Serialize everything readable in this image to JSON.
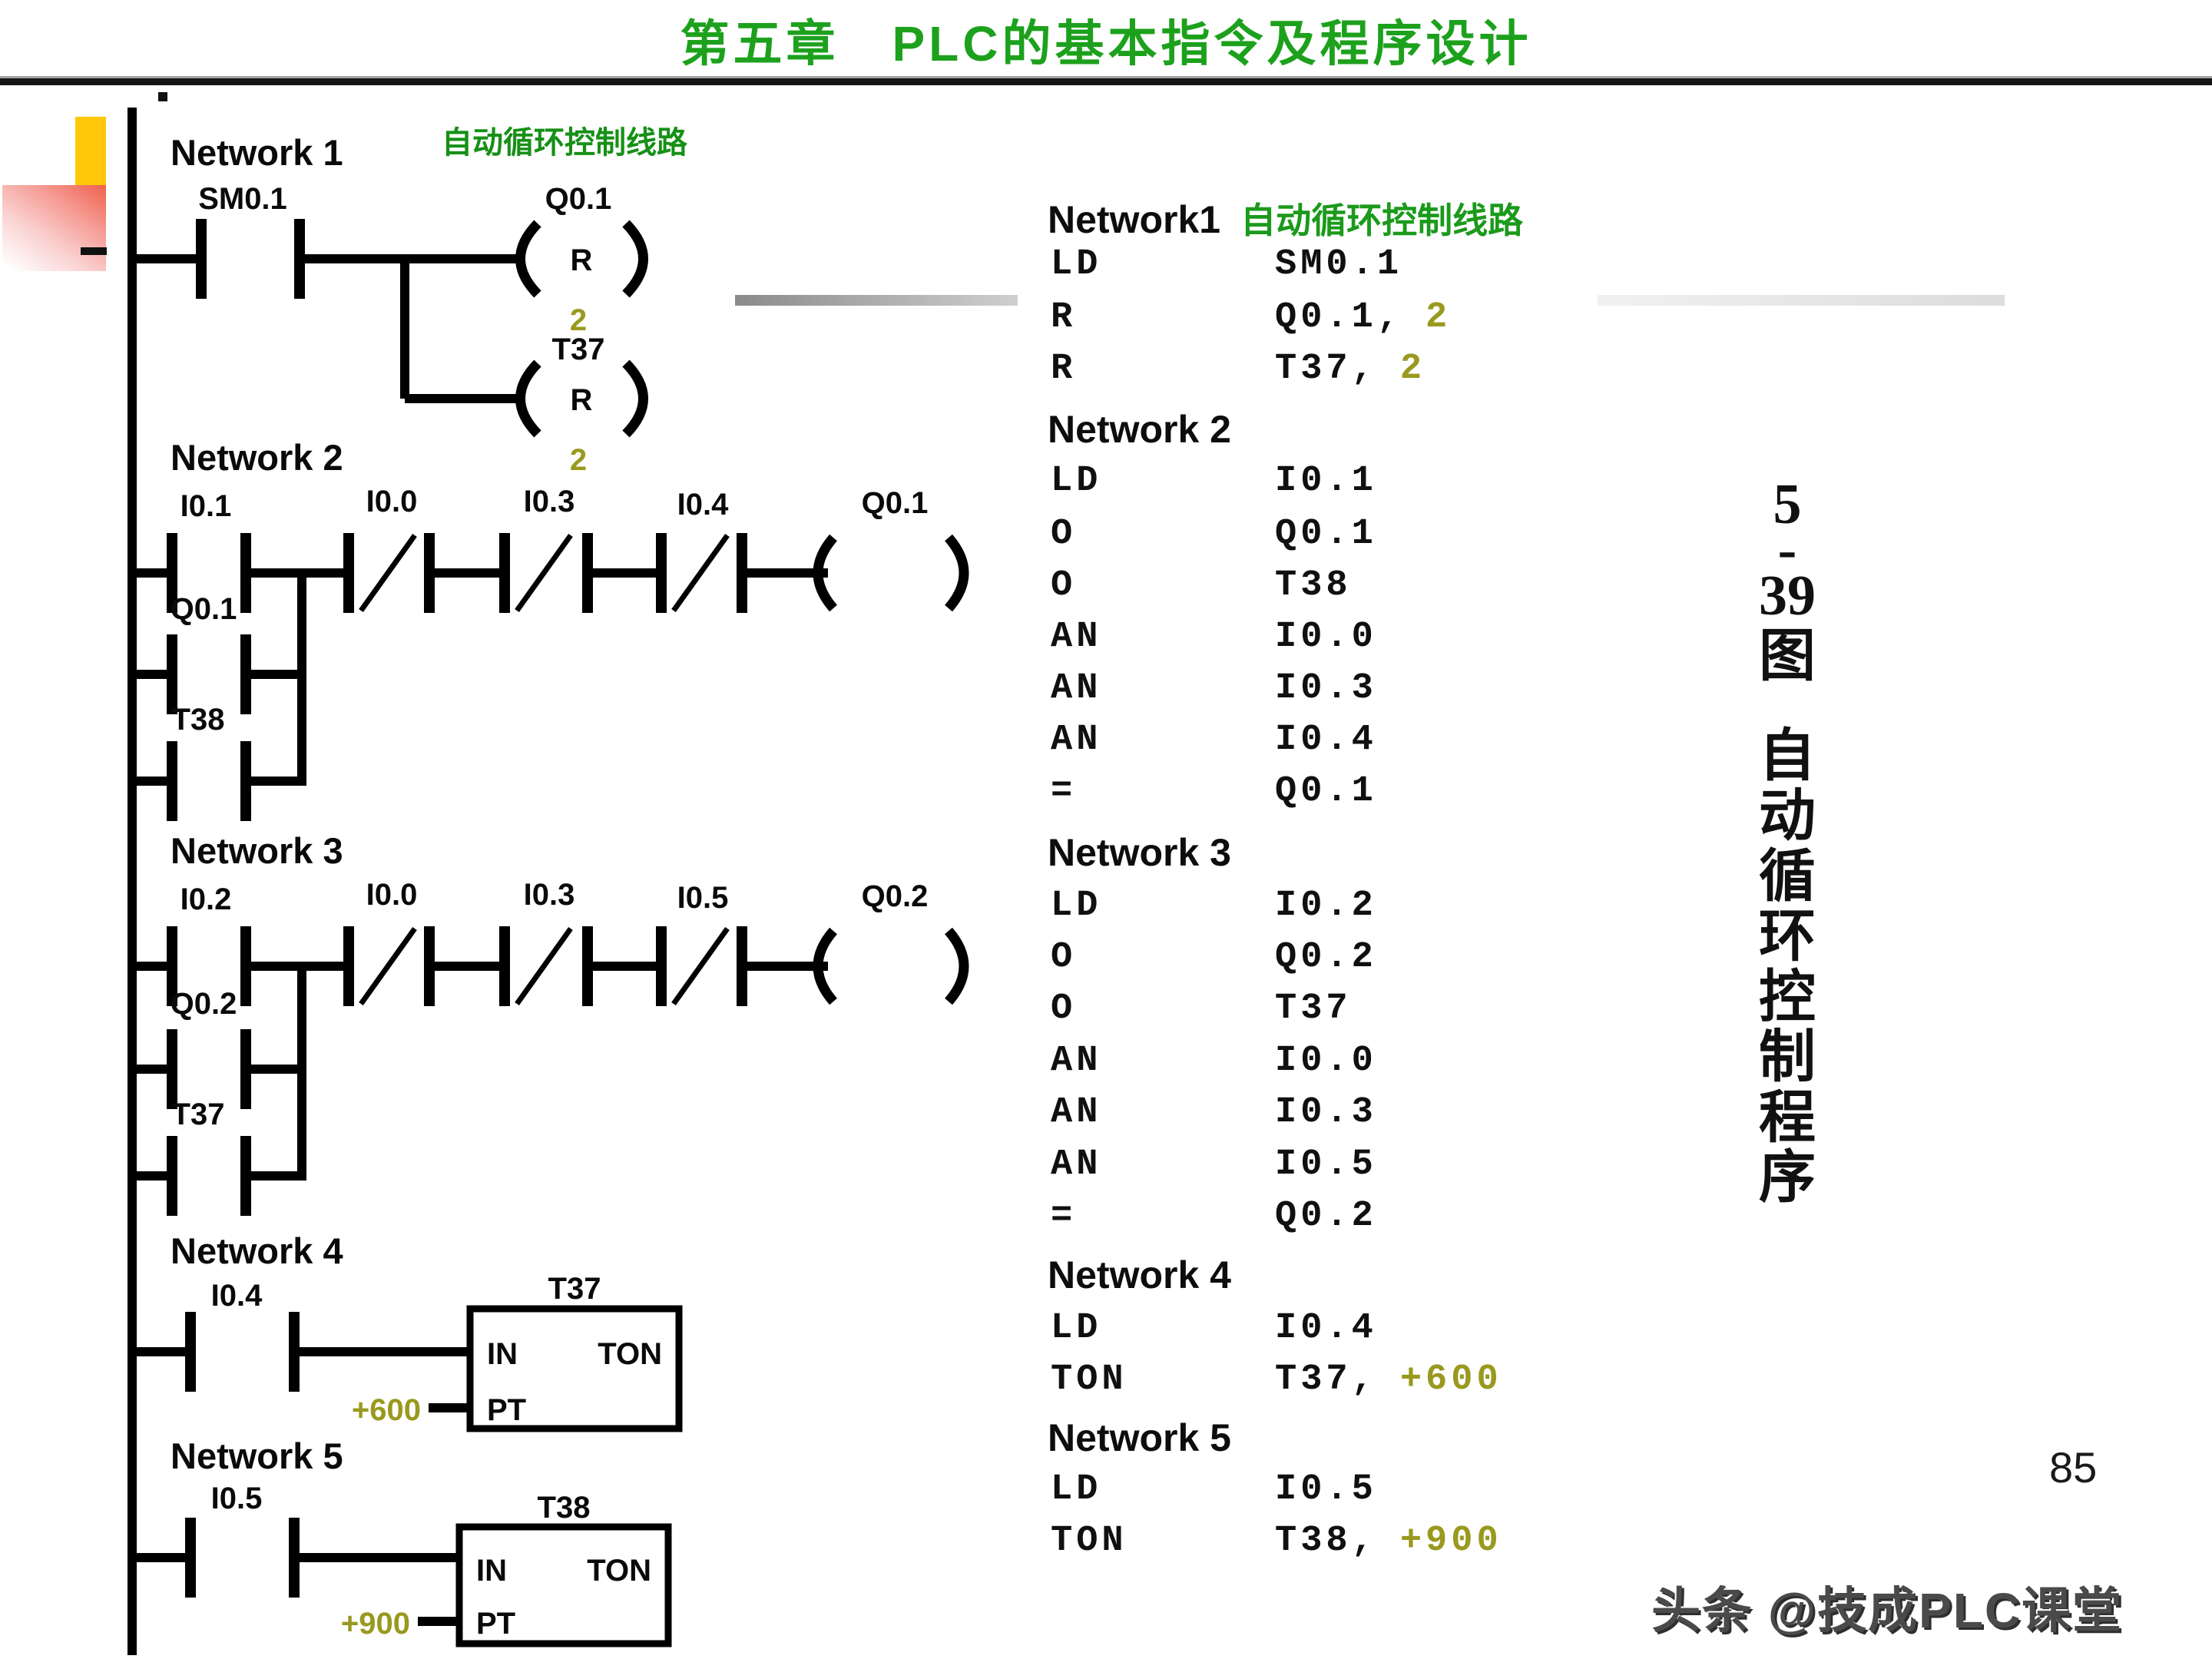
{
  "title": "第五章　PLC的基本指令及程序设计",
  "page_number": "85",
  "watermark": "头条 @技成PLC课堂",
  "caption": {
    "chars": [
      "5",
      "-",
      "39",
      "图",
      "自",
      "动",
      "循",
      "环",
      "控",
      "制",
      "程",
      "序"
    ]
  },
  "colors": {
    "title_green": "#1da11d",
    "comment_green": "#169016",
    "operand_olive": "#99991f",
    "accent_yellow": "#ffc60a"
  },
  "ladder": {
    "networks": [
      {
        "title": "Network 1",
        "comment": "自动循环控制线路",
        "contact": "SM0.1",
        "coils": [
          {
            "label": "Q0.1",
            "letter": "R",
            "param": "2"
          },
          {
            "label": "T37",
            "letter": "R",
            "param": "2"
          }
        ]
      },
      {
        "title": "Network 2",
        "input": "I0.1",
        "branches": [
          "Q0.1",
          "T38"
        ],
        "series": [
          "I0.0",
          "I0.3",
          "I0.4"
        ],
        "coil": "Q0.1"
      },
      {
        "title": "Network 3",
        "input": "I0.2",
        "branches": [
          "Q0.2",
          "T37"
        ],
        "series": [
          "I0.0",
          "I0.3",
          "I0.5"
        ],
        "coil": "Q0.2"
      },
      {
        "title": "Network 4",
        "contact": "I0.4",
        "timer": "T37",
        "in_label": "IN",
        "type_label": "TON",
        "pt_label": "PT",
        "preset": "+600"
      },
      {
        "title": "Network 5",
        "contact": "I0.5",
        "timer": "T38",
        "in_label": "IN",
        "type_label": "TON",
        "pt_label": "PT",
        "preset": "+900"
      }
    ]
  },
  "stl": {
    "net1_title": "Network1",
    "net1_comment": "自动循环控制线路",
    "rows1": [
      {
        "op": "LD",
        "a": "SM0.1"
      },
      {
        "op": "R",
        "a": "Q0.1,",
        "b": "2"
      },
      {
        "op": "R",
        "a": "T37,",
        "b": "2"
      }
    ],
    "net2_title": "Network 2",
    "rows2": [
      {
        "op": "LD",
        "a": "I0.1"
      },
      {
        "op": "O",
        "a": "Q0.1"
      },
      {
        "op": "O",
        "a": "T38"
      },
      {
        "op": "AN",
        "a": "I0.0"
      },
      {
        "op": "AN",
        "a": "I0.3"
      },
      {
        "op": "AN",
        "a": "I0.4"
      },
      {
        "op": "=",
        "a": "Q0.1"
      }
    ],
    "net3_title": "Network 3",
    "rows3": [
      {
        "op": "LD",
        "a": "I0.2"
      },
      {
        "op": "O",
        "a": "Q0.2"
      },
      {
        "op": "O",
        "a": "T37"
      },
      {
        "op": "AN",
        "a": "I0.0"
      },
      {
        "op": "AN",
        "a": "I0.3"
      },
      {
        "op": "AN",
        "a": "I0.5"
      },
      {
        "op": "=",
        "a": "Q0.2"
      }
    ],
    "net4_title": "Network 4",
    "rows4": [
      {
        "op": "LD",
        "a": "I0.4"
      },
      {
        "op": "TON",
        "a": "T37,",
        "b": "+600"
      }
    ],
    "net5_title": "Network 5",
    "rows5": [
      {
        "op": "LD",
        "a": "I0.5"
      },
      {
        "op": "TON",
        "a": "T38,",
        "b": "+900"
      }
    ]
  }
}
